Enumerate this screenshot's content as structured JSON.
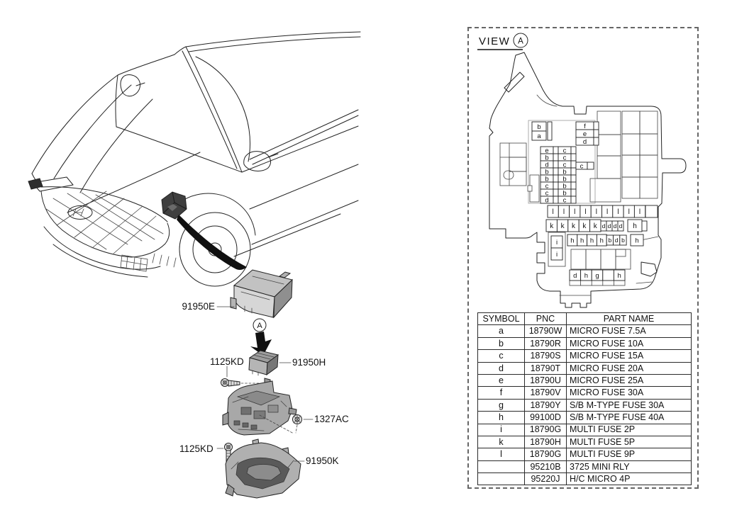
{
  "colors": {
    "line": "#222222",
    "fill_light": "#c9c9c9",
    "fill_mid": "#a8a8a8",
    "fill_dark": "#6e6e6e",
    "swoosh": "#101010"
  },
  "left_diagram": {
    "view_marker": "A",
    "labels": {
      "cover": "91950E",
      "bolt1": "1125KD",
      "block": "91950H",
      "nut": "1327AC",
      "bolt2": "1125KD",
      "bracket": "91950K"
    }
  },
  "view_panel": {
    "title": "VIEW",
    "marker": "A",
    "fuse_map": {
      "ba_box": [
        "b",
        "a"
      ],
      "fed_box": [
        "f",
        "e",
        "d"
      ],
      "main_grid": [
        [
          "e",
          "c"
        ],
        [
          "b",
          "c"
        ],
        [
          "d",
          "c"
        ],
        [
          "b",
          "b"
        ],
        [
          "b",
          "b"
        ],
        [
          "c",
          "b"
        ],
        [
          "c",
          "b"
        ],
        [
          "d",
          "c"
        ]
      ],
      "single_cell": "c",
      "l_row": [
        "l",
        "l",
        "l",
        "l",
        "l",
        "l",
        "l",
        "l",
        "l"
      ],
      "k_row": [
        "k",
        "k",
        "k",
        "k",
        "k"
      ],
      "d_mini_row": [
        "d",
        "d",
        "d",
        "d"
      ],
      "k_row_h": "h",
      "h_row": [
        "h",
        "h",
        "h",
        "h"
      ],
      "bdb_mini": [
        "b",
        "d",
        "b"
      ],
      "h_row_h": "h",
      "i_col": [
        "i",
        "i"
      ],
      "bottom_row": [
        "d",
        "h",
        "g",
        "",
        "h"
      ]
    },
    "table": {
      "headers": [
        "SYMBOL",
        "PNC",
        "PART NAME"
      ],
      "rows": [
        [
          "a",
          "18790W",
          "MICRO FUSE 7.5A"
        ],
        [
          "b",
          "18790R",
          "MICRO FUSE 10A"
        ],
        [
          "c",
          "18790S",
          "MICRO FUSE 15A"
        ],
        [
          "d",
          "18790T",
          "MICRO FUSE 20A"
        ],
        [
          "e",
          "18790U",
          "MICRO FUSE 25A"
        ],
        [
          "f",
          "18790V",
          "MICRO FUSE 30A"
        ],
        [
          "g",
          "18790Y",
          "S/B M-TYPE FUSE 30A"
        ],
        [
          "h",
          "99100D",
          "S/B M-TYPE FUSE 40A"
        ],
        [
          "i",
          "18790G",
          "MULTI FUSE 2P"
        ],
        [
          "k",
          "18790H",
          "MULTI FUSE 5P"
        ],
        [
          "l",
          "18790G",
          "MULTI FUSE 9P"
        ],
        [
          "",
          "95210B",
          "3725 MINI RLY"
        ],
        [
          "",
          "95220J",
          "H/C MICRO 4P"
        ]
      ]
    }
  }
}
